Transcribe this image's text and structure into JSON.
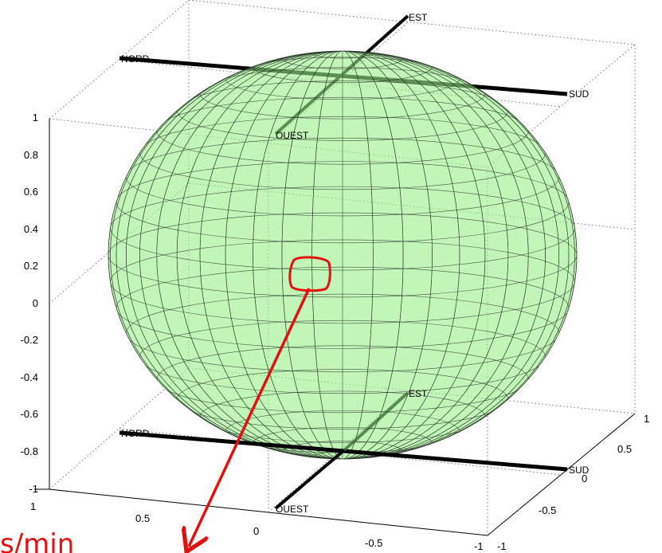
{
  "figure": {
    "z_ticks": [
      "1",
      "0.8",
      "0.6",
      "0.4",
      "0.2",
      "0",
      "-0.2",
      "-0.4",
      "-0.6",
      "-0.8",
      "-1"
    ],
    "x_ticks": [
      "1",
      "0.5",
      "0",
      "-0.5",
      "-1"
    ],
    "y_ticks": [
      "-1",
      "-0.5",
      "0",
      "0.5",
      "1"
    ],
    "top_axes": {
      "north": "NORD",
      "south": "SUD",
      "east": "EST",
      "west": "OUEST"
    },
    "bottom_axes": {
      "north": "NORD",
      "south": "SUD",
      "east": "EST",
      "west": "OUEST"
    },
    "annotation_text": "s/min",
    "colors": {
      "sphere_fill": "#99ee88",
      "mesh": "#2a3a2a",
      "annotation": "#e41010",
      "axis_line": "#000000",
      "grid": "#555555"
    }
  }
}
